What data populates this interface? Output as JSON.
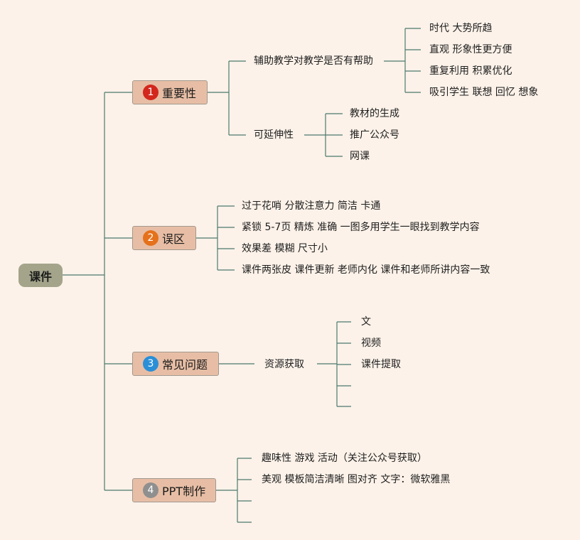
{
  "root": {
    "label": "课件"
  },
  "branches": [
    {
      "number": "1",
      "label": "重要性",
      "badge_color": "#d3271d",
      "children": [
        {
          "label": "辅助教学对教学是否有帮助",
          "children": [
            "时代 大势所趋",
            "直观 形象性更方便",
            "重复利用 积累优化",
            "吸引学生 联想 回忆 想象"
          ]
        },
        {
          "label": "可延伸性",
          "children": [
            "教材的生成",
            "推广公众号",
            "网课"
          ]
        }
      ]
    },
    {
      "number": "2",
      "label": "误区",
      "badge_color": "#e5711b",
      "children": [
        "过于花哨 分散注意力 简洁 卡通",
        "紧锁 5-7页 精炼 准确 一图多用学生一眼找到教学内容",
        "效果差 模糊 尺寸小",
        "课件两张皮 课件更新 老师内化 课件和老师所讲内容一致"
      ]
    },
    {
      "number": "3",
      "label": "常见问题",
      "badge_color": "#2a8fd7",
      "children": [
        {
          "label": "资源获取",
          "children": [
            "文",
            "视频",
            "课件提取",
            "",
            ""
          ]
        }
      ]
    },
    {
      "number": "4",
      "label": "PPT制作",
      "badge_color": "#8f8f8f",
      "children": [
        "趣味性 游戏 活动（关注公众号获取）",
        "美观 模板简洁清晰 图对齐 文字：微软雅黑",
        "",
        ""
      ]
    }
  ]
}
